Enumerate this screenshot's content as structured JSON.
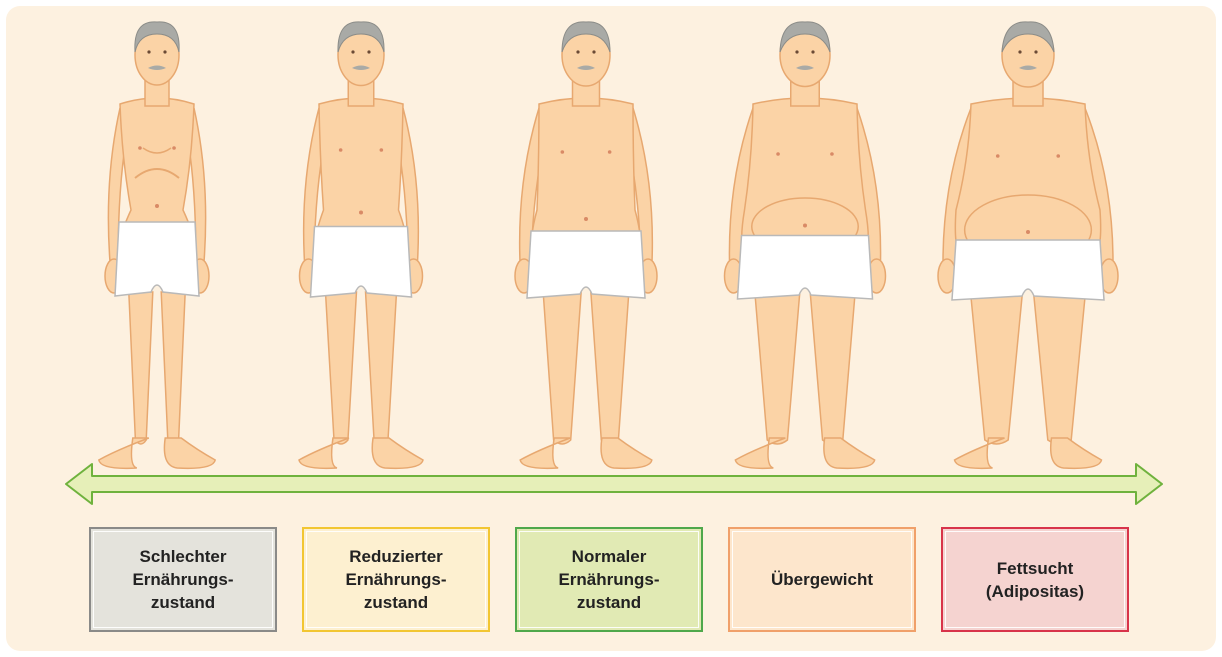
{
  "categories": [
    {
      "label": "Schlechter\nErnährungs-\nzustand",
      "fill": "#e4e3dc",
      "border": "#8a8a88"
    },
    {
      "label": "Reduzierter\nErnährungs-\nzustand",
      "fill": "#fdf0d0",
      "border": "#f2c632"
    },
    {
      "label": "Normaler\nErnährungs-\nzustand",
      "fill": "#e1eab4",
      "border": "#4fa84b"
    },
    {
      "label": "Übergewicht",
      "fill": "#fde6cc",
      "border": "#f0a06a"
    },
    {
      "label": "Fettsucht\n(Adipositas)",
      "fill": "#f5d3d0",
      "border": "#d8334a"
    }
  ],
  "colors": {
    "background": "#fdf1e0",
    "skin": "#fbd3a6",
    "skin_outline": "#e7a870",
    "hair": "#a9aaa6",
    "briefs": "#ffffff",
    "arrow_fill": "#e6efb8",
    "arrow_stroke": "#6fb23d"
  },
  "figures": [
    {
      "label": "figure-malnourished",
      "bodyweight": 0.0
    },
    {
      "label": "figure-reduced",
      "bodyweight": 0.25
    },
    {
      "label": "figure-normal",
      "bodyweight": 0.5
    },
    {
      "label": "figure-overweight",
      "bodyweight": 0.75
    },
    {
      "label": "figure-obese",
      "bodyweight": 1.0
    }
  ]
}
